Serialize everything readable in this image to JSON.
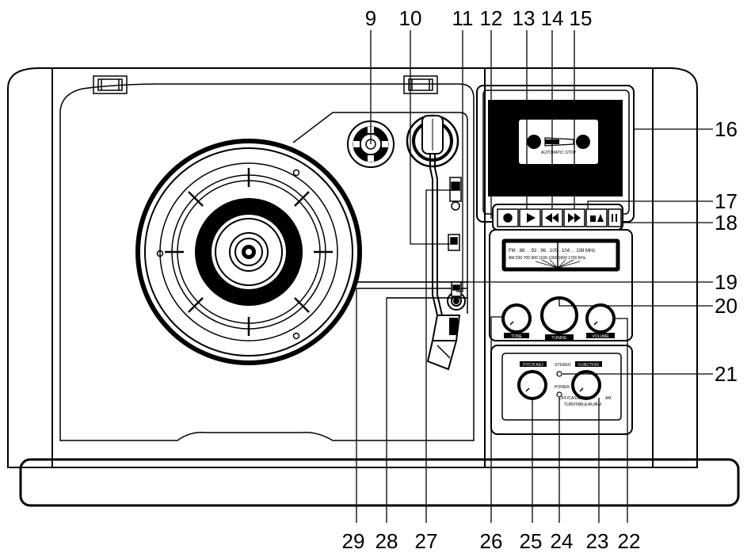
{
  "callouts": {
    "n9": "9",
    "n10": "10",
    "n11": "11",
    "n12": "12",
    "n13": "13",
    "n14": "14",
    "n15": "15",
    "n16": "16",
    "n17": "17",
    "n18": "18",
    "n19": "19",
    "n20": "20",
    "n21": "21",
    "n22": "22",
    "n23": "23",
    "n24": "24",
    "n25": "25",
    "n26": "26",
    "n27": "27",
    "n28": "28",
    "n29": "29"
  },
  "cassette": {
    "label": "AUTOMATIC STOP"
  },
  "radio": {
    "fm_scale": "FM  .  88  .  .  92  .  96  .  100  .  104  .  .  108 MHz",
    "am_scale": "AM    530    700   900   1100   1300   1600    1700  KHz",
    "tone_label": "TONE",
    "tuning_label": "TUNING",
    "volume_label": "VOLUME"
  },
  "controls": {
    "pitch_label": "PITCH ADJ",
    "function_label": "FUNCTION",
    "stereo_label": "STEREO",
    "power_label": "POWER",
    "func_opt_1": "OFF/CASSETTE",
    "func_opt_2": "AM",
    "func_opt_3": "TURNTABLE/AUX",
    "func_opt_4": "FM"
  },
  "colors": {
    "line": "#000000",
    "background": "#ffffff",
    "cassette_window": "#000000"
  }
}
